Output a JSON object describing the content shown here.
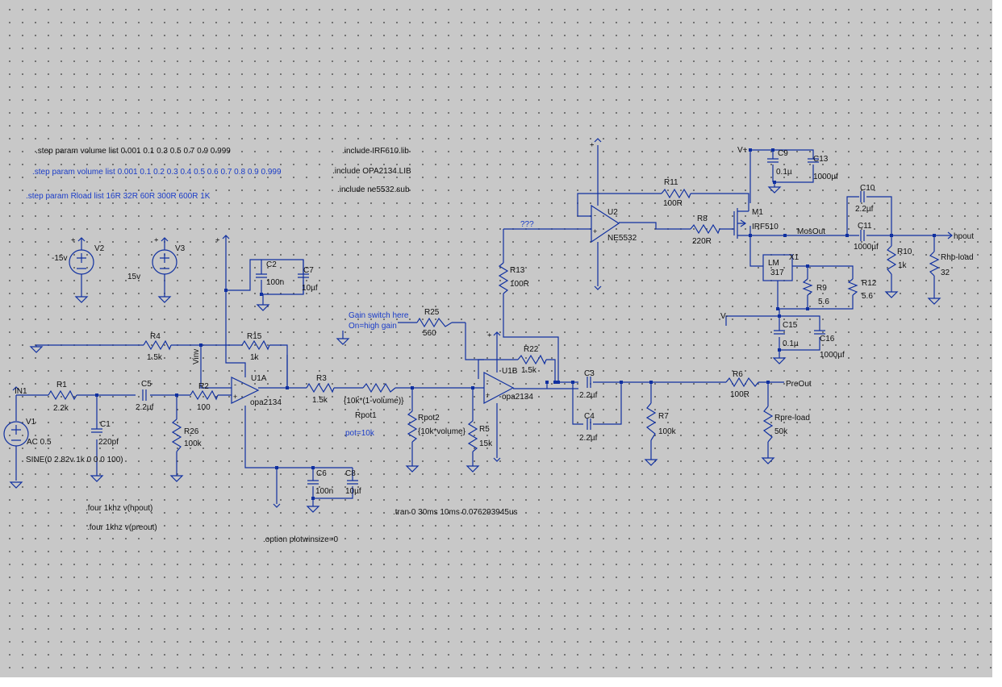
{
  "directives": {
    "step1": ".step param volume list  0.001 0.1 0.3 0.5 0.7 0.9 0.999",
    "step2": ".step param volume list  0.001 0.1 0.2 0.3 0.4 0.5 0.6 0.7 0.8  0.9 0.999",
    "step3": ".step param Rload list 16R 32R 60R 300R 600R 1K",
    "inc1": ".include IRF610.lib",
    "inc2": ".include OPA2134.LIB",
    "inc3": ".include ne5532.sub",
    "four1": ".four 1khz v(hpout)",
    "four2": ".four 1khz v(preout)",
    "option": ".option plotwinsize=0",
    "tran": ".tran 0 30ms 10ms 0.076293945us"
  },
  "notes": {
    "gain1": "Gain switch here",
    "gain2": "On=high gain",
    "qqq": "???",
    "pot": "pot=10k"
  },
  "sources": {
    "V1": {
      "name": "V1",
      "v1": "AC 0.5",
      "v2": "SINE(0 2.82v 1k 0 0 0 100)"
    },
    "V2": {
      "name": "V2",
      "value": "-15v"
    },
    "V3": {
      "name": "V3",
      "value": "15v"
    }
  },
  "labels": {
    "in": "IN1",
    "vinv": "Vinv",
    "mosout": "MosOut",
    "hpout": "hpout",
    "preout": "PreOut",
    "vplus": "V+",
    "vminus": "V-",
    "plus": "+"
  },
  "opamps": {
    "U1A": {
      "name": "U1A",
      "model": "opa2134"
    },
    "U1B": {
      "name": "U1B",
      "model": "opa2134"
    },
    "U2": {
      "name": "U2",
      "model": "NE5532"
    }
  },
  "parts": {
    "R1": {
      "name": "R1",
      "value": "2.2k"
    },
    "R2": {
      "name": "R2",
      "value": "100"
    },
    "R3": {
      "name": "R3",
      "value": "1.5k"
    },
    "R4": {
      "name": "R4",
      "value": "1.5k"
    },
    "R5": {
      "name": "R5",
      "value": "15k"
    },
    "R6": {
      "name": "R6",
      "value": "100R"
    },
    "R7": {
      "name": "R7",
      "value": "100k"
    },
    "R8": {
      "name": "R8",
      "value": "220R"
    },
    "R9": {
      "name": "R9",
      "value": "5.6"
    },
    "R10": {
      "name": "R10",
      "value": "1k"
    },
    "R11": {
      "name": "R11",
      "value": "100R"
    },
    "R12": {
      "name": "R12",
      "value": "5.6"
    },
    "R13": {
      "name": "R13",
      "value": "100R"
    },
    "R15": {
      "name": "R15",
      "value": "1k"
    },
    "R22": {
      "name": "R22",
      "value": "1.5k"
    },
    "R25": {
      "name": "R25",
      "value": "560"
    },
    "R26": {
      "name": "R26",
      "value": "100k"
    },
    "Rpot1": {
      "name": "Rpot1",
      "value": "{10k*(1-volume)}"
    },
    "Rpot2": {
      "name": "Rpot2",
      "value": "{10k*volume}"
    },
    "Rhp": {
      "name": "Rhp-load",
      "value": "32"
    },
    "Rpre": {
      "name": "Rpre-load",
      "value": "50k"
    },
    "C1": {
      "name": "C1",
      "value": "220pf"
    },
    "C2": {
      "name": "C2",
      "value": "100n"
    },
    "C3": {
      "name": "C3",
      "value": "2.2µf"
    },
    "C4": {
      "name": "C4",
      "value": "2.2µf"
    },
    "C5": {
      "name": "C5",
      "value": "2.2µf"
    },
    "C6": {
      "name": "C6",
      "value": "100n"
    },
    "C7": {
      "name": "C7",
      "value": "10µf"
    },
    "C8": {
      "name": "C8",
      "value": "10µf"
    },
    "C9": {
      "name": "C9",
      "value": "0.1µ"
    },
    "C10": {
      "name": "C10",
      "value": "2.2µf"
    },
    "C11": {
      "name": "C11",
      "value": "1000µf"
    },
    "C13": {
      "name": "C13",
      "value": "1000µf"
    },
    "C15": {
      "name": "C15",
      "value": "0.1µ"
    },
    "C16": {
      "name": "C16",
      "value": "1000µf"
    },
    "M1": {
      "name": "M1",
      "value": "IRF510"
    },
    "X1": {
      "name": "X1",
      "l1": "LM",
      "l2": "317"
    }
  }
}
